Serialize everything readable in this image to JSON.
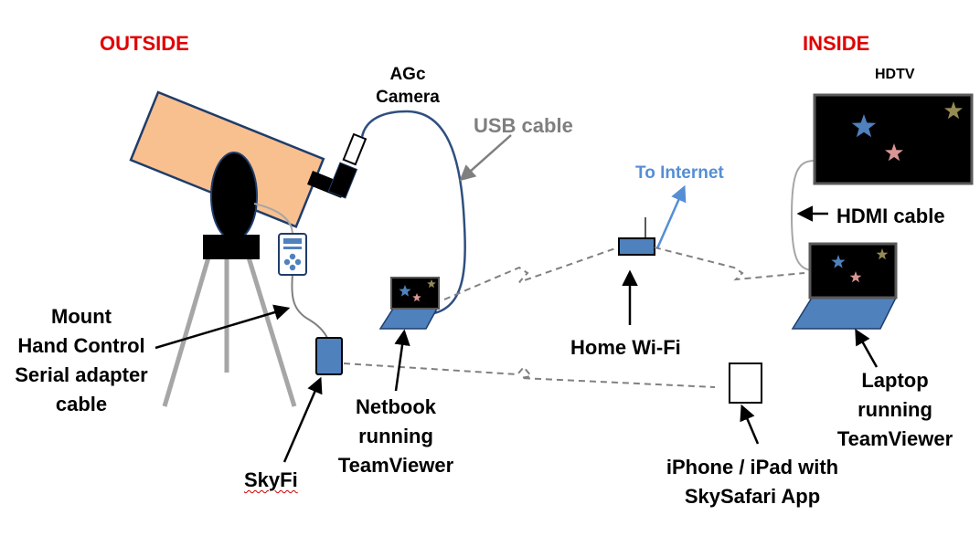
{
  "sections": {
    "outside": "OUTSIDE",
    "inside": "INSIDE"
  },
  "labels": {
    "hdtv": "HDTV",
    "agc_camera": [
      "AGc",
      "Camera"
    ],
    "usb_cable": "USB cable",
    "to_internet": "To Internet",
    "hdmi_cable": "HDMI cable",
    "mount_cable": [
      "Mount",
      "Hand Control",
      "Serial adapter",
      "cable"
    ],
    "home_wifi": "Home Wi-Fi",
    "skyfi": "SkyFi",
    "netbook": [
      "Netbook",
      "running",
      "TeamViewer"
    ],
    "ios_device": [
      "iPhone / iPad with",
      "SkySafari App"
    ],
    "laptop": [
      "Laptop",
      "running",
      "TeamViewer"
    ]
  },
  "colors": {
    "section": "#e00000",
    "telescope_tube": "#f9c08f",
    "device_blue": "#4f81bd",
    "device_outline": "#1f3d6b",
    "cable_blue": "#2e4f7f",
    "internet_blue": "#558ed5",
    "usb_label_gray": "#7f7f7f",
    "dashed_link": "#808080",
    "star_blue": "#4f81bd",
    "star_pink": "#d99694",
    "star_gold": "#948a54"
  }
}
